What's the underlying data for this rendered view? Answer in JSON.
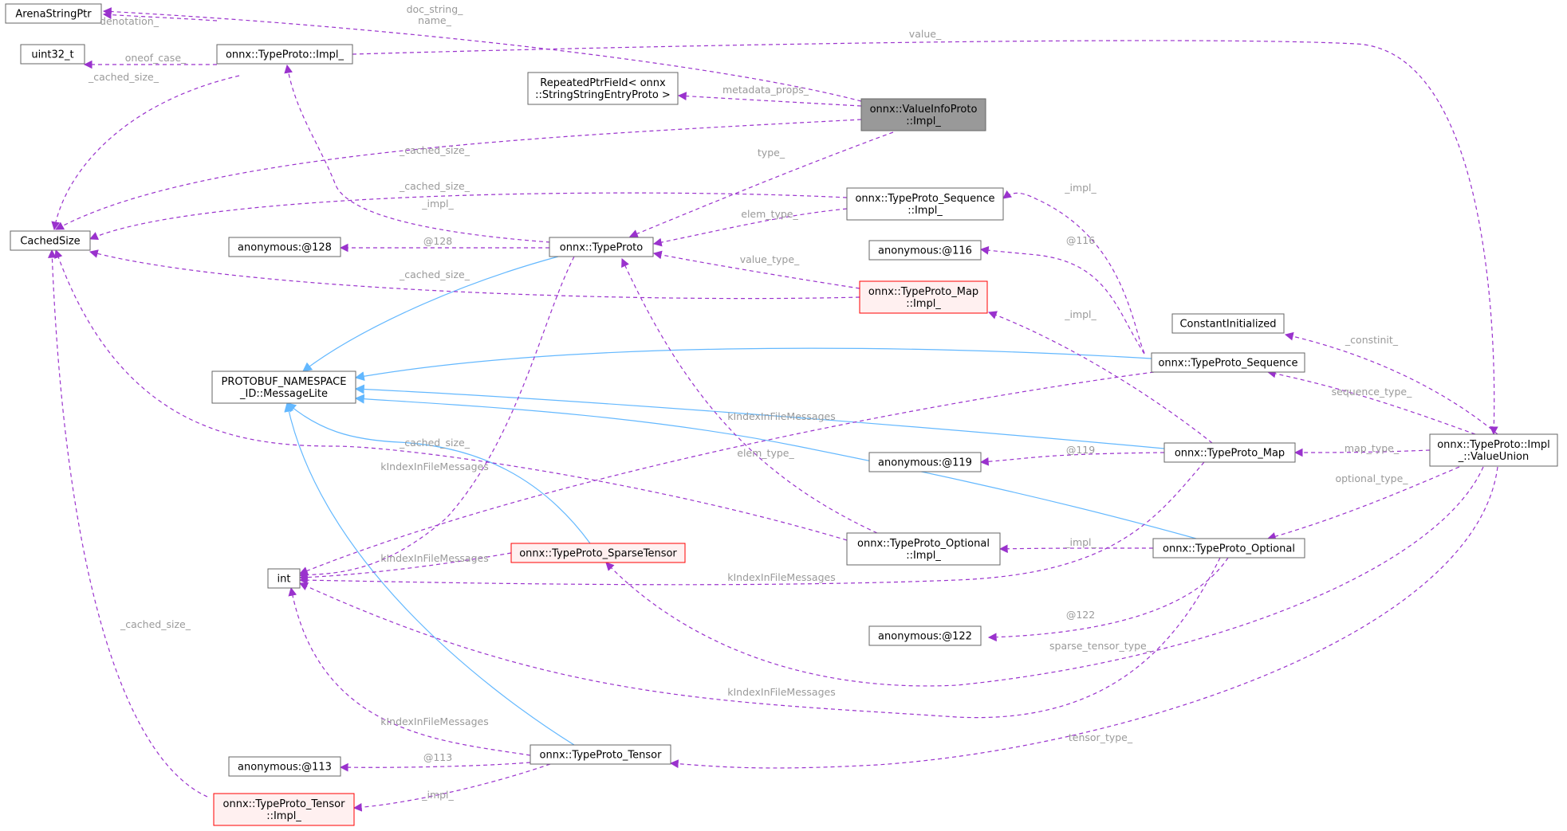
{
  "nodes": {
    "arena": [
      "ArenaStringPtr"
    ],
    "uint32": [
      "uint32_t"
    ],
    "typeproto_impl": [
      "onnx::TypeProto::Impl_"
    ],
    "repeated": [
      "RepeatedPtrField< onnx",
      "::StringStringEntryProto >"
    ],
    "valueinfo_impl": [
      "onnx::ValueInfoProto",
      "::Impl_"
    ],
    "cachedsize": [
      "CachedSize"
    ],
    "seq_impl": [
      "onnx::TypeProto_Sequence",
      "::Impl_"
    ],
    "anon128": [
      "anonymous:@128"
    ],
    "typeproto": [
      "onnx::TypeProto"
    ],
    "anon116": [
      "anonymous:@116"
    ],
    "map_impl": [
      "onnx::TypeProto_Map",
      "::Impl_"
    ],
    "constinit": [
      "ConstantInitialized"
    ],
    "messagelite": [
      "PROTOBUF_NAMESPACE",
      "_ID::MessageLite"
    ],
    "sequence": [
      "onnx::TypeProto_Sequence"
    ],
    "valueunion": [
      "onnx::TypeProto::Impl",
      "_::ValueUnion"
    ],
    "anon119": [
      "anonymous:@119"
    ],
    "map": [
      "onnx::TypeProto_Map"
    ],
    "opt_impl": [
      "onnx::TypeProto_Optional",
      "::Impl_"
    ],
    "optional": [
      "onnx::TypeProto_Optional"
    ],
    "sparse": [
      "onnx::TypeProto_SparseTensor"
    ],
    "int": [
      "int"
    ],
    "anon122": [
      "anonymous:@122"
    ],
    "anon113": [
      "anonymous:@113"
    ],
    "tensor": [
      "onnx::TypeProto_Tensor"
    ],
    "tensor_impl": [
      "onnx::TypeProto_Tensor",
      "::Impl_"
    ]
  },
  "labels": {
    "doc_string": [
      "doc_string_",
      "name_"
    ],
    "denotation": [
      "denotation_"
    ],
    "value": [
      "value_"
    ],
    "oneof_case": [
      "oneof_case_"
    ],
    "cached_size_tp_impl": [
      "_cached_size_"
    ],
    "metadata_props": [
      "metadata_props_"
    ],
    "cached_size_vi": [
      "_cached_size_"
    ],
    "type": [
      "type_"
    ],
    "cached_size_seq_impl": [
      "_cached_size_"
    ],
    "impl_tp": [
      "_impl_"
    ],
    "impl_seq": [
      "_impl_"
    ],
    "elem_type_seq": [
      "elem_type_"
    ],
    "at128": [
      "@128"
    ],
    "at116": [
      "@116"
    ],
    "value_type": [
      "value_type_"
    ],
    "cached_size_map_impl": [
      "_cached_size_"
    ],
    "impl_map": [
      "_impl_"
    ],
    "constinit": [
      "_constinit_"
    ],
    "sequence_type": [
      "sequence_type_"
    ],
    "kifm_seq": [
      "kIndexInFileMessages"
    ],
    "cached_size_opt_impl": [
      "_cached_size_"
    ],
    "kifm_tp": [
      "kIndexInFileMessages"
    ],
    "elem_type_opt": [
      "elem_type_"
    ],
    "at119": [
      "@119"
    ],
    "map_type": [
      "map_type_"
    ],
    "optional_type": [
      "optional_type_"
    ],
    "impl_opt": [
      "_impl_"
    ],
    "kifm_sparse": [
      "kIndexInFileMessages"
    ],
    "kifm_map": [
      "kIndexInFileMessages"
    ],
    "cached_size_tensor_impl": [
      "_cached_size_"
    ],
    "at122": [
      "@122"
    ],
    "sparse_tensor_type": [
      "sparse_tensor_type_"
    ],
    "kifm_opt": [
      "kIndexInFileMessages"
    ],
    "kifm_tensor": [
      "kIndexInFileMessages"
    ],
    "at113": [
      "@113"
    ],
    "tensor_type": [
      "tensor_type_"
    ],
    "impl_tensor": [
      "_impl_"
    ]
  },
  "colors": {
    "usage_edge": "#9a32cd",
    "inherit_edge": "#63b8ff",
    "label_text": "#9a9a9a",
    "focus_fill": "#999999",
    "incomplete_stroke": "#ff0000",
    "incomplete_fill": "#fff0f0"
  }
}
